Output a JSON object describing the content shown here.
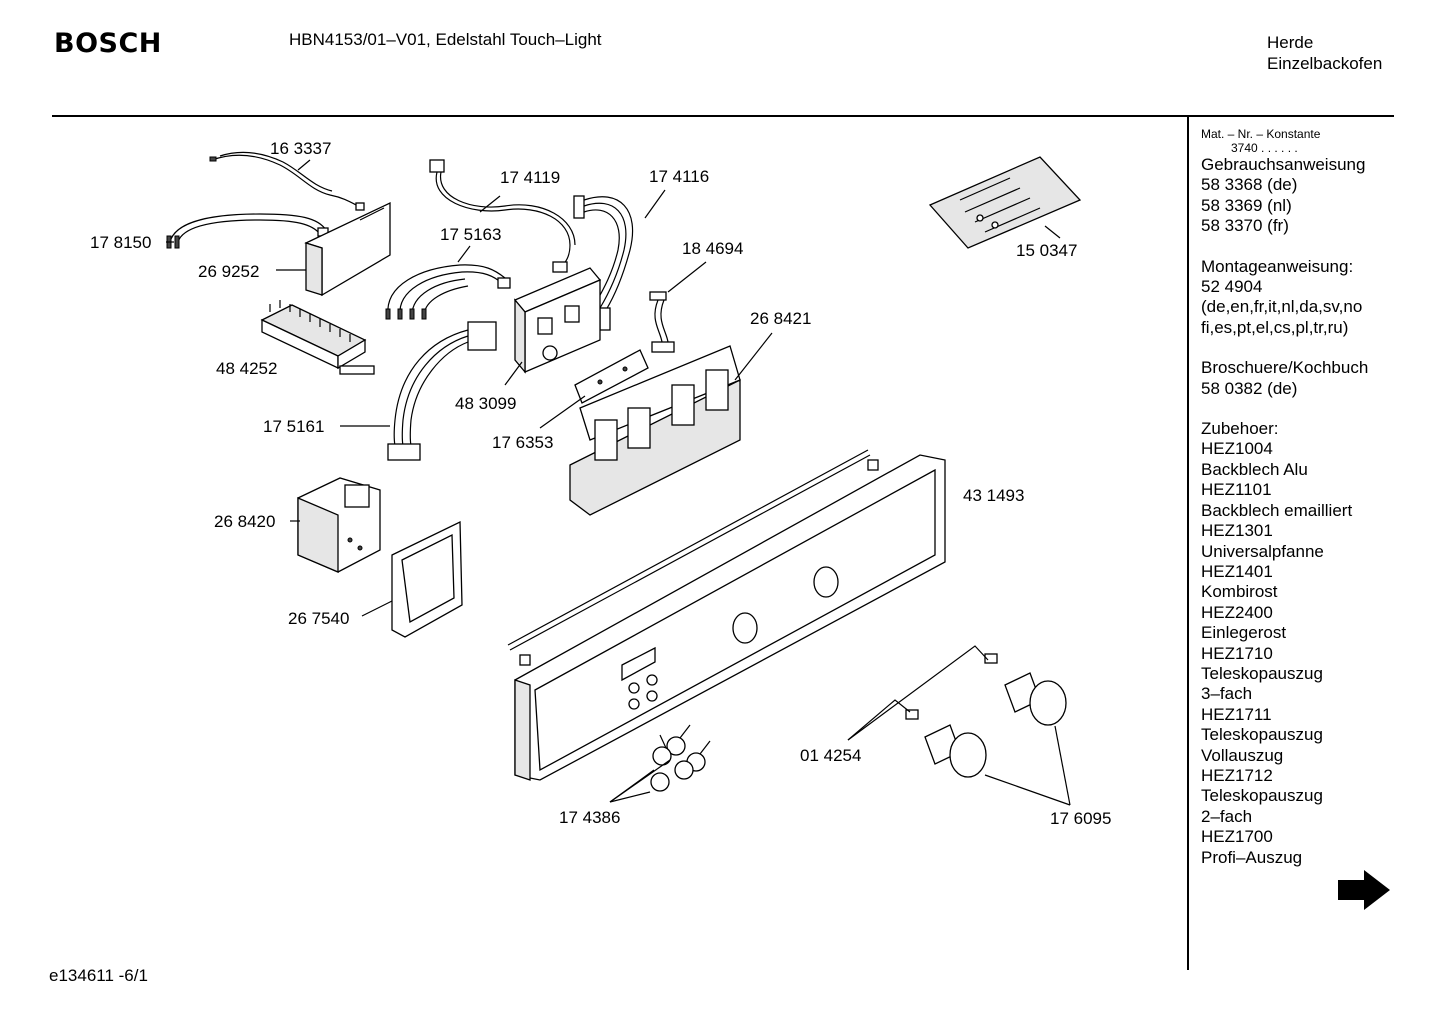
{
  "header": {
    "brand": "BOSCH",
    "model": "HBN4153/01–V01, Edelstahl Touch–Light",
    "category_line1": "Herde",
    "category_line2": "Einzelbackofen"
  },
  "parts": [
    {
      "label": "16 3337"
    },
    {
      "label": "17 8150"
    },
    {
      "label": "26 9252"
    },
    {
      "label": "48 4252"
    },
    {
      "label": "17 4119"
    },
    {
      "label": "17 5163"
    },
    {
      "label": "17 4116"
    },
    {
      "label": "18 4694"
    },
    {
      "label": "15 0347"
    },
    {
      "label": "26 8421"
    },
    {
      "label": "48 3099"
    },
    {
      "label": "17 5161"
    },
    {
      "label": "17 6353"
    },
    {
      "label": "43 1493"
    },
    {
      "label": "26 8420"
    },
    {
      "label": "26 7540"
    },
    {
      "label": "01 4254"
    },
    {
      "label": "17 4386"
    },
    {
      "label": "17 6095"
    }
  ],
  "sidebar": {
    "mat_nr_label": "Mat. – Nr. – Konstante",
    "mat_nr_value": "3740",
    "mat_nr_dots": ". . . . . .",
    "sections": [
      [
        "Gebrauchsanweisung",
        "58 3368 (de)",
        "58 3369 (nl)",
        "58 3370 (fr)"
      ],
      [
        "Montageanweisung:",
        "52 4904",
        "(de,en,fr,it,nl,da,sv,no",
        "fi,es,pt,el,cs,pl,tr,ru)"
      ],
      [
        "Broschuere/Kochbuch",
        "58 0382 (de)"
      ],
      [
        "Zubehoer:",
        "HEZ1004",
        "Backblech Alu",
        "HEZ1101",
        "Backblech emailliert",
        "HEZ1301",
        "Universalpfanne",
        "HEZ1401",
        "Kombirost",
        "HEZ2400",
        "Einlegerost",
        "HEZ1710",
        "Teleskopauszug",
        "3–fach",
        "HEZ1711",
        "Teleskopauszug",
        "Vollauszug",
        "HEZ1712",
        "Teleskopauszug",
        "2–fach",
        "HEZ1700",
        "Profi–Auszug"
      ]
    ]
  },
  "footer": {
    "code": "e134611 -6/1"
  },
  "icons": {
    "next_page": "arrow-right-icon"
  }
}
